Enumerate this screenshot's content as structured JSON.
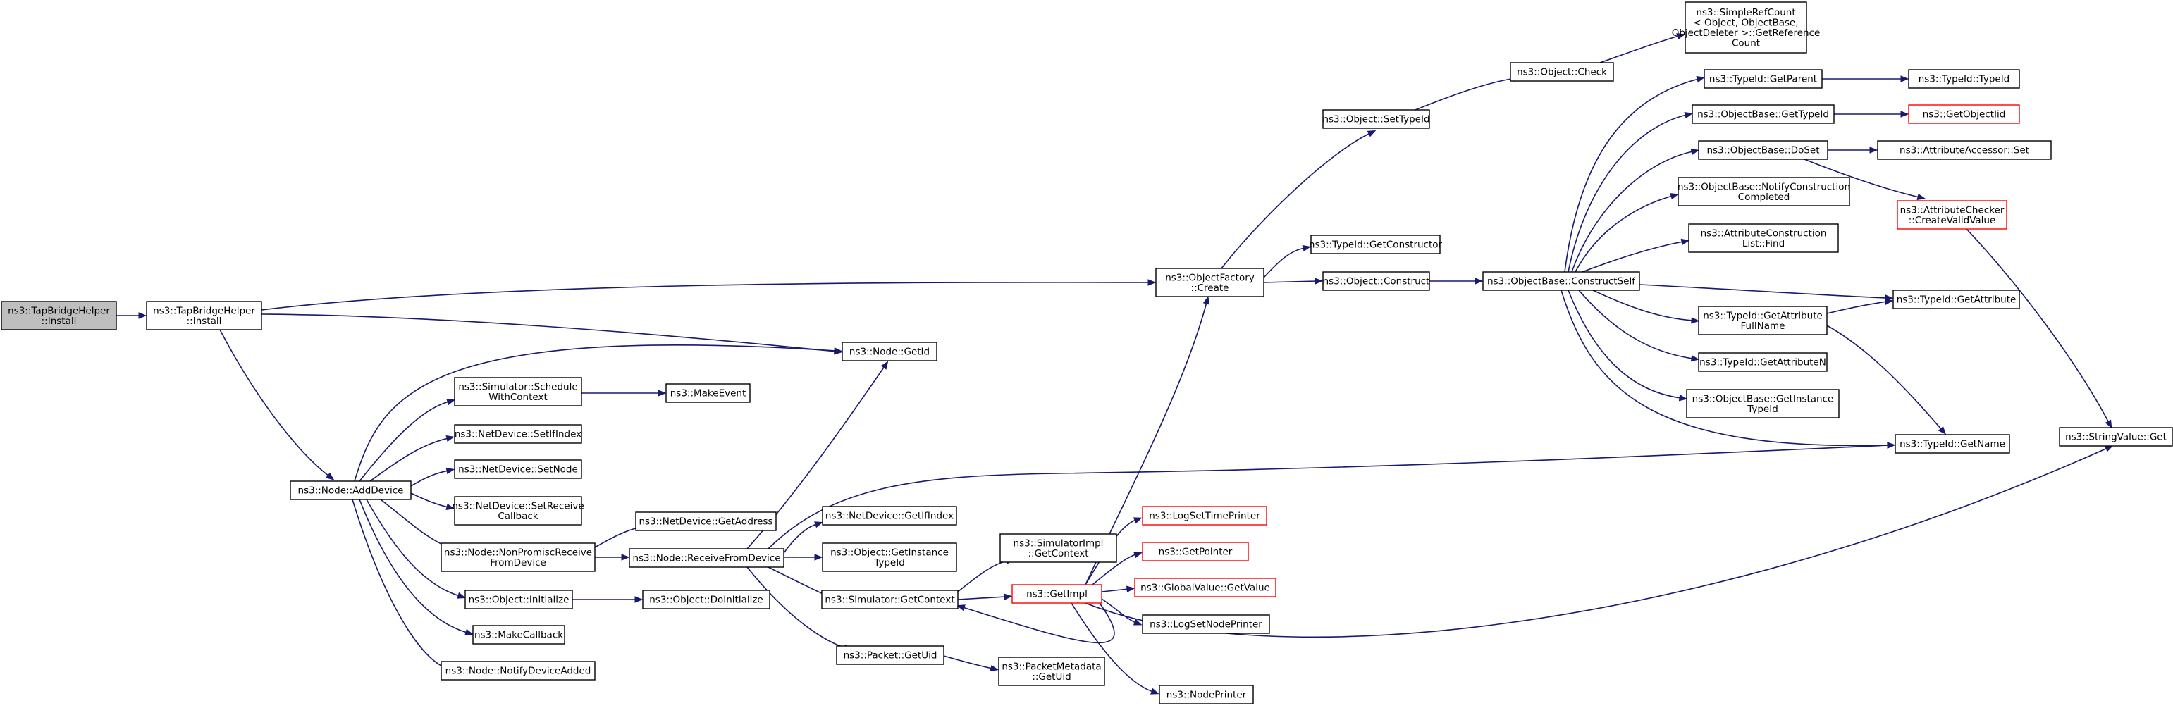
{
  "diagram": {
    "type": "call-graph",
    "colors": {
      "edge": "#191970",
      "root_fill": "#bfbfbf",
      "truncated_border": "#ff0000",
      "node_border": "#000000"
    },
    "nodes": [
      {
        "id": "root",
        "lines": [
          "ns3::TapBridgeHelper",
          "::Install"
        ],
        "style": "root"
      },
      {
        "id": "tbh_install",
        "lines": [
          "ns3::TapBridgeHelper",
          "::Install"
        ],
        "style": "normal"
      },
      {
        "id": "of_create",
        "lines": [
          "ns3::ObjectFactory",
          "::Create"
        ],
        "style": "normal"
      },
      {
        "id": "node_getid",
        "lines": [
          "ns3::Node::GetId"
        ],
        "style": "normal"
      },
      {
        "id": "node_adddevice",
        "lines": [
          "ns3::Node::AddDevice"
        ],
        "style": "normal"
      },
      {
        "id": "obj_settypeid",
        "lines": [
          "ns3::Object::SetTypeId"
        ],
        "style": "normal"
      },
      {
        "id": "tid_getconstructor",
        "lines": [
          "ns3::TypeId::GetConstructor"
        ],
        "style": "normal"
      },
      {
        "id": "obj_construct",
        "lines": [
          "ns3::Object::Construct"
        ],
        "style": "normal"
      },
      {
        "id": "obj_check",
        "lines": [
          "ns3::Object::Check"
        ],
        "style": "normal"
      },
      {
        "id": "srefcount",
        "lines": [
          "ns3::SimpleRefCount",
          "< Object, ObjectBase,",
          "ObjectDeleter >::GetReference",
          "Count"
        ],
        "style": "normal"
      },
      {
        "id": "ob_constructself",
        "lines": [
          "ns3::ObjectBase::ConstructSelf"
        ],
        "style": "normal"
      },
      {
        "id": "tid_getparent",
        "lines": [
          "ns3::TypeId::GetParent"
        ],
        "style": "normal"
      },
      {
        "id": "tid_typeid",
        "lines": [
          "ns3::TypeId::TypeId"
        ],
        "style": "normal"
      },
      {
        "id": "ob_gettypeid",
        "lines": [
          "ns3::ObjectBase::GetTypeId"
        ],
        "style": "normal"
      },
      {
        "id": "getobjectiid",
        "lines": [
          "ns3::GetObjectIid"
        ],
        "style": "truncated"
      },
      {
        "id": "ob_doset",
        "lines": [
          "ns3::ObjectBase::DoSet"
        ],
        "style": "normal"
      },
      {
        "id": "accessor_set",
        "lines": [
          "ns3::AttributeAccessor::Set"
        ],
        "style": "normal"
      },
      {
        "id": "ob_notify",
        "lines": [
          "ns3::ObjectBase::NotifyConstruction",
          "Completed"
        ],
        "style": "normal"
      },
      {
        "id": "checker_cvv",
        "lines": [
          "ns3::AttributeChecker",
          "::CreateValidValue"
        ],
        "style": "truncated"
      },
      {
        "id": "acl_find",
        "lines": [
          "ns3::AttributeConstruction",
          "List::Find"
        ],
        "style": "normal"
      },
      {
        "id": "tid_getattribute",
        "lines": [
          "ns3::TypeId::GetAttribute"
        ],
        "style": "normal"
      },
      {
        "id": "tid_getattrfullname",
        "lines": [
          "ns3::TypeId::GetAttribute",
          "FullName"
        ],
        "style": "normal"
      },
      {
        "id": "tid_getattributen",
        "lines": [
          "ns3::TypeId::GetAttributeN"
        ],
        "style": "normal"
      },
      {
        "id": "ob_getinstancetypeid",
        "lines": [
          "ns3::ObjectBase::GetInstance",
          "TypeId"
        ],
        "style": "normal"
      },
      {
        "id": "tid_getname",
        "lines": [
          "ns3::TypeId::GetName"
        ],
        "style": "normal"
      },
      {
        "id": "stringvalue_get",
        "lines": [
          "ns3::StringValue::Get"
        ],
        "style": "normal"
      },
      {
        "id": "sim_schedulewc",
        "lines": [
          "ns3::Simulator::Schedule",
          "WithContext"
        ],
        "style": "normal"
      },
      {
        "id": "makeevent",
        "lines": [
          "ns3::MakeEvent"
        ],
        "style": "normal"
      },
      {
        "id": "nd_setifindex",
        "lines": [
          "ns3::NetDevice::SetIfIndex"
        ],
        "style": "normal"
      },
      {
        "id": "nd_setnode",
        "lines": [
          "ns3::NetDevice::SetNode"
        ],
        "style": "normal"
      },
      {
        "id": "nd_setreceivecb",
        "lines": [
          "ns3::NetDevice::SetReceive",
          "Callback"
        ],
        "style": "normal"
      },
      {
        "id": "nd_getaddress",
        "lines": [
          "ns3::NetDevice::GetAddress"
        ],
        "style": "normal"
      },
      {
        "id": "node_nonpromisc",
        "lines": [
          "ns3::Node::NonPromiscReceive",
          "FromDevice"
        ],
        "style": "normal"
      },
      {
        "id": "node_receivefd",
        "lines": [
          "ns3::Node::ReceiveFromDevice"
        ],
        "style": "normal"
      },
      {
        "id": "nd_getifindex",
        "lines": [
          "ns3::NetDevice::GetIfIndex"
        ],
        "style": "normal"
      },
      {
        "id": "obj_getinstancetypeid",
        "lines": [
          "ns3::Object::GetInstance",
          "TypeId"
        ],
        "style": "normal"
      },
      {
        "id": "obj_initialize",
        "lines": [
          "ns3::Object::Initialize"
        ],
        "style": "normal"
      },
      {
        "id": "obj_doinitialize",
        "lines": [
          "ns3::Object::DoInitialize"
        ],
        "style": "normal"
      },
      {
        "id": "makecallback",
        "lines": [
          "ns3::MakeCallback"
        ],
        "style": "normal"
      },
      {
        "id": "node_notifydeviceadded",
        "lines": [
          "ns3::Node::NotifyDeviceAdded"
        ],
        "style": "normal"
      },
      {
        "id": "simimpl_getcontext",
        "lines": [
          "ns3::SimulatorImpl",
          "::GetContext"
        ],
        "style": "normal"
      },
      {
        "id": "sim_getcontext",
        "lines": [
          "ns3::Simulator::GetContext"
        ],
        "style": "normal"
      },
      {
        "id": "getimpl",
        "lines": [
          "ns3::GetImpl"
        ],
        "style": "truncated"
      },
      {
        "id": "packet_getuid",
        "lines": [
          "ns3::Packet::GetUid"
        ],
        "style": "normal"
      },
      {
        "id": "pm_getuid",
        "lines": [
          "ns3::PacketMetadata",
          "::GetUid"
        ],
        "style": "normal"
      },
      {
        "id": "logsettimeprinter",
        "lines": [
          "ns3::LogSetTimePrinter"
        ],
        "style": "truncated"
      },
      {
        "id": "getpointer",
        "lines": [
          "ns3::GetPointer"
        ],
        "style": "truncated"
      },
      {
        "id": "gv_getvalue",
        "lines": [
          "ns3::GlobalValue::GetValue"
        ],
        "style": "truncated"
      },
      {
        "id": "logsetnodeprinter",
        "lines": [
          "ns3::LogSetNodePrinter"
        ],
        "style": "normal"
      },
      {
        "id": "nodeprinter",
        "lines": [
          "ns3::NodePrinter"
        ],
        "style": "normal"
      }
    ],
    "edges": [
      [
        "root",
        "tbh_install"
      ],
      [
        "tbh_install",
        "of_create"
      ],
      [
        "tbh_install",
        "node_getid"
      ],
      [
        "tbh_install",
        "node_adddevice"
      ],
      [
        "of_create",
        "obj_settypeid"
      ],
      [
        "of_create",
        "tid_getconstructor"
      ],
      [
        "of_create",
        "obj_construct"
      ],
      [
        "obj_settypeid",
        "obj_check"
      ],
      [
        "obj_check",
        "srefcount"
      ],
      [
        "obj_construct",
        "ob_constructself"
      ],
      [
        "ob_constructself",
        "tid_getparent"
      ],
      [
        "ob_constructself",
        "ob_gettypeid"
      ],
      [
        "ob_constructself",
        "ob_doset"
      ],
      [
        "ob_constructself",
        "ob_notify"
      ],
      [
        "ob_constructself",
        "acl_find"
      ],
      [
        "ob_constructself",
        "tid_getattribute"
      ],
      [
        "ob_constructself",
        "tid_getattrfullname"
      ],
      [
        "ob_constructself",
        "tid_getattributen"
      ],
      [
        "ob_constructself",
        "ob_getinstancetypeid"
      ],
      [
        "ob_constructself",
        "tid_getname"
      ],
      [
        "tid_getparent",
        "tid_typeid"
      ],
      [
        "ob_gettypeid",
        "getobjectiid"
      ],
      [
        "ob_doset",
        "accessor_set"
      ],
      [
        "ob_doset",
        "checker_cvv"
      ],
      [
        "checker_cvv",
        "stringvalue_get"
      ],
      [
        "tid_getattrfullname",
        "tid_getattribute"
      ],
      [
        "tid_getattrfullname",
        "tid_getname"
      ],
      [
        "node_adddevice",
        "node_getid"
      ],
      [
        "node_adddevice",
        "sim_schedulewc"
      ],
      [
        "node_adddevice",
        "nd_setifindex"
      ],
      [
        "node_adddevice",
        "nd_setnode"
      ],
      [
        "node_adddevice",
        "nd_setreceivecb"
      ],
      [
        "node_adddevice",
        "node_nonpromisc"
      ],
      [
        "node_adddevice",
        "obj_initialize"
      ],
      [
        "node_adddevice",
        "makecallback"
      ],
      [
        "node_adddevice",
        "node_notifydeviceadded"
      ],
      [
        "sim_schedulewc",
        "makeevent"
      ],
      [
        "node_nonpromisc",
        "nd_getaddress"
      ],
      [
        "node_nonpromisc",
        "node_receivefd"
      ],
      [
        "node_receivefd",
        "node_getid"
      ],
      [
        "node_receivefd",
        "tid_getname"
      ],
      [
        "node_receivefd",
        "nd_getifindex"
      ],
      [
        "node_receivefd",
        "obj_getinstancetypeid"
      ],
      [
        "node_receivefd",
        "sim_getcontext"
      ],
      [
        "node_receivefd",
        "packet_getuid"
      ],
      [
        "obj_initialize",
        "obj_doinitialize"
      ],
      [
        "sim_getcontext",
        "simimpl_getcontext"
      ],
      [
        "sim_getcontext",
        "getimpl"
      ],
      [
        "getimpl",
        "of_create"
      ],
      [
        "getimpl",
        "logsettimeprinter"
      ],
      [
        "getimpl",
        "getpointer"
      ],
      [
        "getimpl",
        "gv_getvalue"
      ],
      [
        "getimpl",
        "logsetnodeprinter"
      ],
      [
        "getimpl",
        "nodeprinter"
      ],
      [
        "getimpl",
        "stringvalue_get"
      ],
      [
        "getimpl",
        "sim_getcontext"
      ],
      [
        "packet_getuid",
        "pm_getuid"
      ]
    ]
  }
}
